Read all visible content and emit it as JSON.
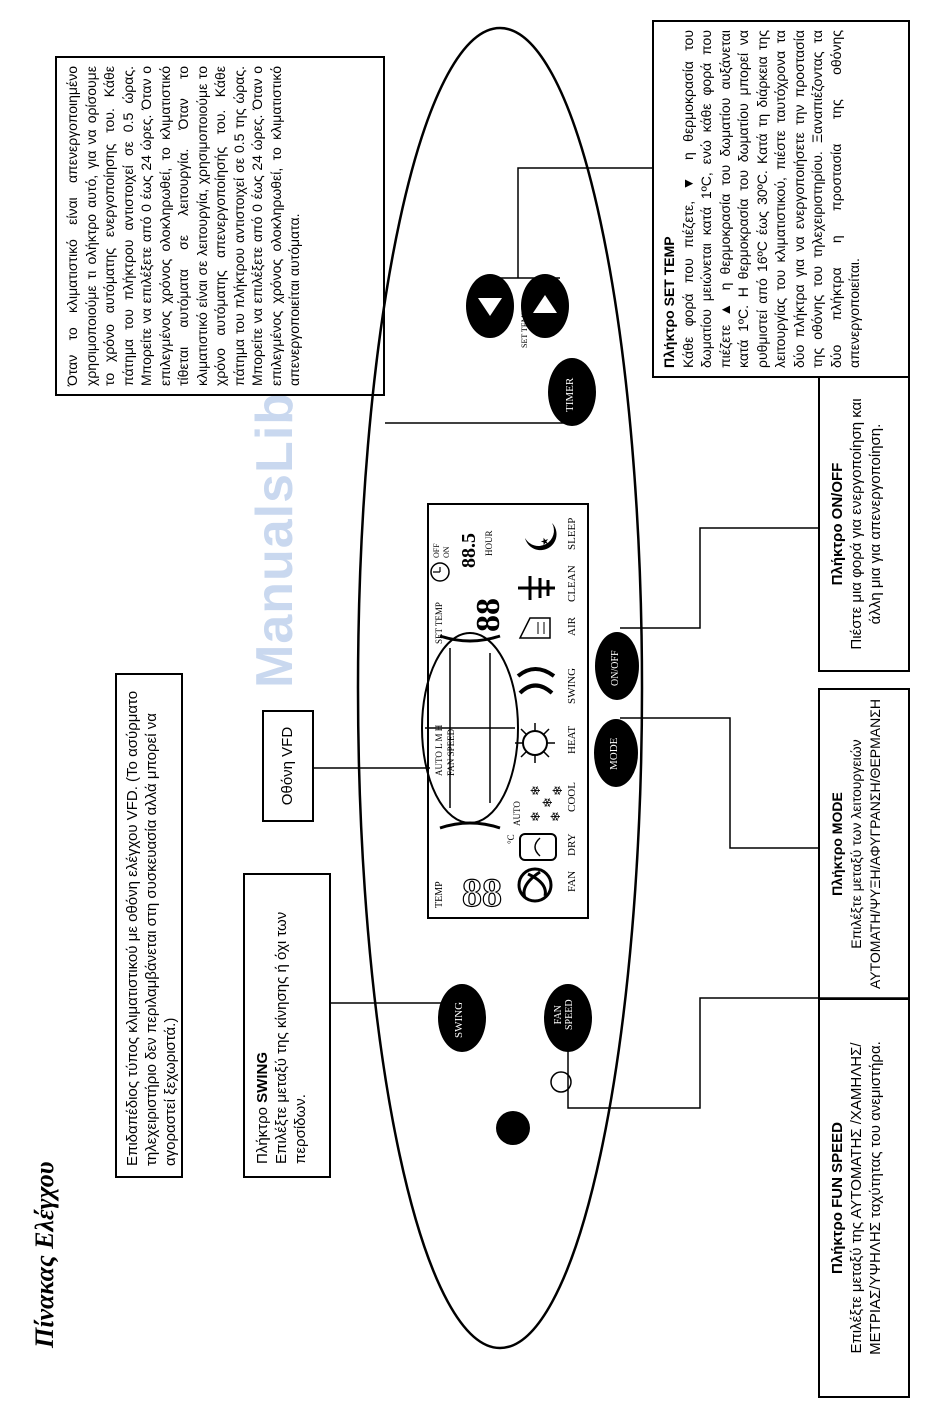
{
  "page": {
    "title": "Πίνακας Ελέγχου",
    "watermark": "ManualsLib.com"
  },
  "intro": {
    "text": "Επιδαπέδιος τύπος κλιματιστικού με οθόνη ελέγχου VFD. (Το ασύρματο τηλεχειριστήριο δεν περιλαμβάνεται στη συσκευασία αλλά μπορεί να αγοραστεί ξεχωριστά.)"
  },
  "fun_speed": {
    "title": "Πλήκτρο FUN SPEED",
    "text": "Επιλέξτε μεταξύ της ΑΥΤΟΜΑΤΗΣ /ΧΑΜΗΛΗΣ/ ΜΕΤΡΙΑΣ/ΥΨΗΛΗΣ ταχύτητας του ανεμιστήρα."
  },
  "swing": {
    "title_prefix": "Πλήκτρο ",
    "title_key": "SWING",
    "text": "Επιλέξτε μεταξύ της κίνησης ή όχι των περσίδων."
  },
  "vfd": {
    "label": "Οθόνη VFD"
  },
  "mode": {
    "title": "Πλήκτρο MODE",
    "text1": "Επιλέξτε μεταξύ των λειτουργειών",
    "text2": "ΑΥΤΟΜΑΤΗ/ΨΥΞΗ/ΑΦΥΓΡΑΝΣΗ/ΘΕΡΜΑΝΣΗ"
  },
  "onoff": {
    "title": "Πλήκτρο ON/OFF",
    "text": "Πιέστε μια φορά για ενεργοποίηση και άλλη μια για απενεργοποίηση."
  },
  "timer": {
    "text": "Όταν το κλιματιστικό είναι απενεργοποιημένο χρησιμοποιούμε τι ολήκτρο αυτό, για να ορίσουμε το χρόνο αυτόματης ενεργοποίησης του. Κάθε πάτημα του πλήκτρου αντιστοιχεί σε 0.5 ώρας. Μπορείτε να επιλέξετε από 0 έως 24 ώρες. Όταν ο επιλεγμένος χρόνος ολοκληρωθεί, το κλιματιστικό τίθεται αυτόματα σε λειτουργία. Όταν το κλιματιστικό είναι σε λειτουργία, χρησιμοποιούμε το χρόνο αυτόματης απενεργοποίησής του. Κάθε πάτημα του πλήκτρου αντιστοιχεί σε 0.5 της ώρας. Μπορείτε να επιλέξετε από 0 έως 24 ώρες. Όταν ο επιλεγμένος χρόνος ολοκληρωθεί, το κλιματιστικό απενεργοποιείται αυτόματα."
  },
  "settemp": {
    "title": "Πλήκτρο SET TEMP",
    "text": "Κάθε φορά που πιέζετε, ▼ η θερμοκρασία του δωματίου μειώνεται κατά 1ºC, ενώ κάθε φορά που πιέζετε ▲ η θερμοκρασία του δωματίου αυξάνεται κατά 1ºC. Η θερμοκρασία του δωματίου μπορεί να ρυθμιστεί από 16ºC έως 30ºC. Κατά τη διάρκεια της λειτουργίας του κλιματιστικού, πιέστε ταυτόχρονα τα δύο πλήκτρα για να ενεργοποιήσετε την προστασία της οθόνης του τηλεχειριστηρίου. Ξαναπιέζοντας τα δύο πλήκτρα η προστασία της οθόνης απενεργοποιείται."
  },
  "panel": {
    "buttons": {
      "swing": "SWING",
      "fan": "FAN",
      "speed": "SPEED",
      "mode": "MODE",
      "onoff": "ON/OFF",
      "timer": "TIMER",
      "settemp": "SET TEMP."
    },
    "display": {
      "temp": "TEMP",
      "temp_value": "88",
      "unit": "°C",
      "auto": "AUTO",
      "fan_speed_levels": "AUTO L M H",
      "fan_speed": "FAN SPEED",
      "set_temp": "SET TEMP",
      "set_value": "88",
      "timer_off": "OFF",
      "timer_on": "ON",
      "timer_value": "88.5",
      "hour": "HOUR",
      "modes": [
        "FAN",
        "DRY",
        "COOL",
        "HEAT",
        "SWING",
        "AIR",
        "CLEAN",
        "SLEEP"
      ]
    }
  }
}
